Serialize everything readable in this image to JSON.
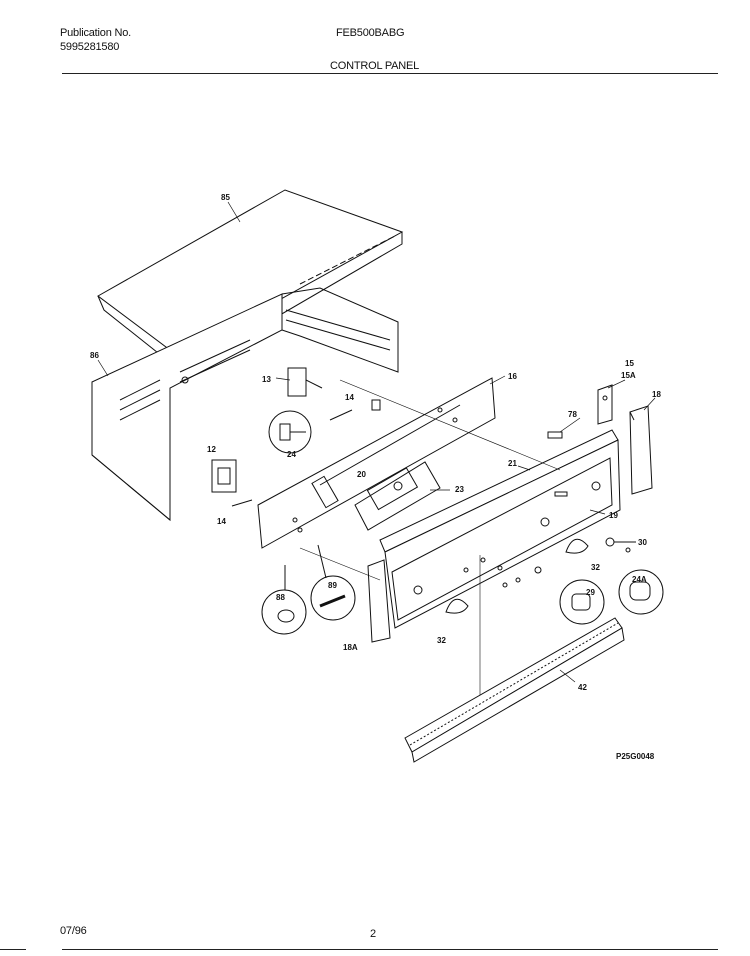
{
  "header": {
    "publication_label": "Publication No.",
    "publication_number": "5995281580",
    "model": "FEB500BABG",
    "section_title": "CONTROL PANEL"
  },
  "diagram": {
    "callouts": {
      "c85": "85",
      "c86": "86",
      "c13": "13",
      "c14a": "14",
      "c24": "24",
      "c16": "16",
      "c15": "15",
      "c15a": "15A",
      "c18": "18",
      "c78": "78",
      "c12": "12",
      "c20": "20",
      "c23": "23",
      "c21": "21",
      "c19": "19",
      "c14b": "14",
      "c30": "30",
      "c32a": "32",
      "c24a": "24A",
      "c29": "29",
      "c88": "88",
      "c89": "89",
      "c18a": "18A",
      "c32b": "32",
      "c42": "42"
    },
    "figure_code": "P25G0048"
  },
  "footer": {
    "date": "07/96",
    "page": "2"
  }
}
